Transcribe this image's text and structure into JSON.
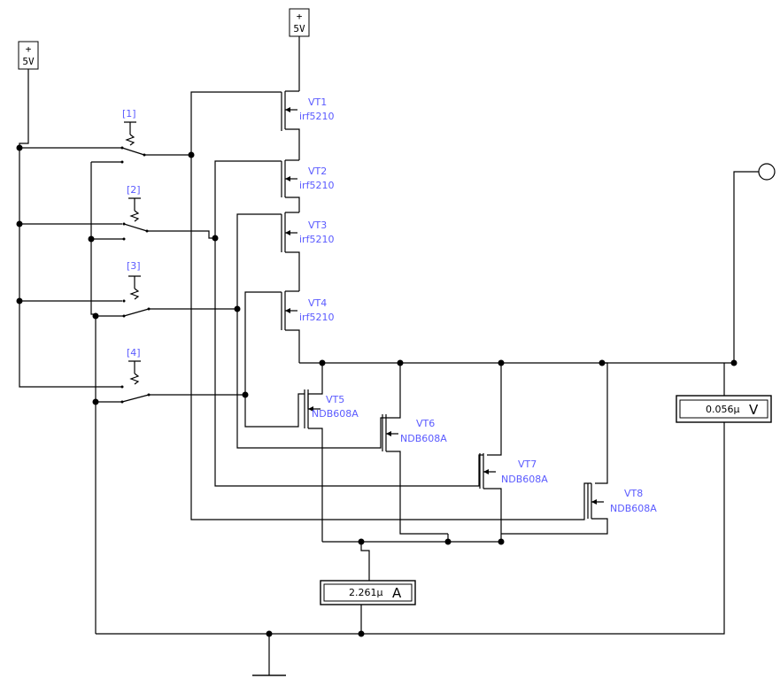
{
  "sources": [
    {
      "id": "src1",
      "plus": "+",
      "label": "5V"
    },
    {
      "id": "src2",
      "plus": "+",
      "label": "5V"
    }
  ],
  "switches": [
    {
      "id": "sw1",
      "label": "[1]"
    },
    {
      "id": "sw2",
      "label": "[2]"
    },
    {
      "id": "sw3",
      "label": "[3]"
    },
    {
      "id": "sw4",
      "label": "[4]"
    }
  ],
  "pmos": [
    {
      "name": "VT1",
      "model": "irf5210"
    },
    {
      "name": "VT2",
      "model": "irf5210"
    },
    {
      "name": "VT3",
      "model": "irf5210"
    },
    {
      "name": "VT4",
      "model": "irf5210"
    }
  ],
  "nmos": [
    {
      "name": "VT5",
      "model": "NDB608A"
    },
    {
      "name": "VT6",
      "model": "NDB608A"
    },
    {
      "name": "VT7",
      "model": "NDB608A"
    },
    {
      "name": "VT8",
      "model": "NDB608A"
    }
  ],
  "voltmeter": {
    "value": "0.056µ",
    "unit": "V"
  },
  "ammeter": {
    "value": "2.261µ",
    "unit": "A"
  },
  "colors": {
    "label": "#5a5aff",
    "wire": "#000000"
  }
}
